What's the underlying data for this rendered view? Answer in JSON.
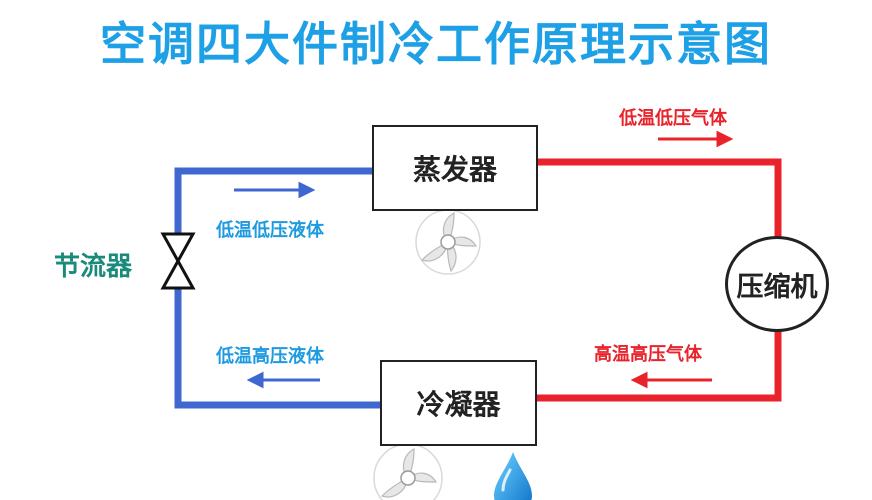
{
  "title": "空调四大件制冷工作原理示意图",
  "components": {
    "evaporator": "蒸发器",
    "condenser": "冷凝器",
    "compressor": "压缩机",
    "throttle": "节流器"
  },
  "states": {
    "low_temp_low_pressure_gas": "低温低压气体",
    "high_temp_high_pressure_gas": "高温高压气体",
    "low_temp_low_pressure_liquid": "低温低压液体",
    "low_temp_high_pressure_liquid": "低温高压液体"
  },
  "colors": {
    "title": "#1ea0e6",
    "hot_line": "#e8232b",
    "cold_line": "#3f67d0",
    "throttle_label": "#1a8a7a"
  },
  "icons": [
    "fan-icon",
    "fan-icon",
    "water-drop-icon",
    "valve-icon"
  ]
}
